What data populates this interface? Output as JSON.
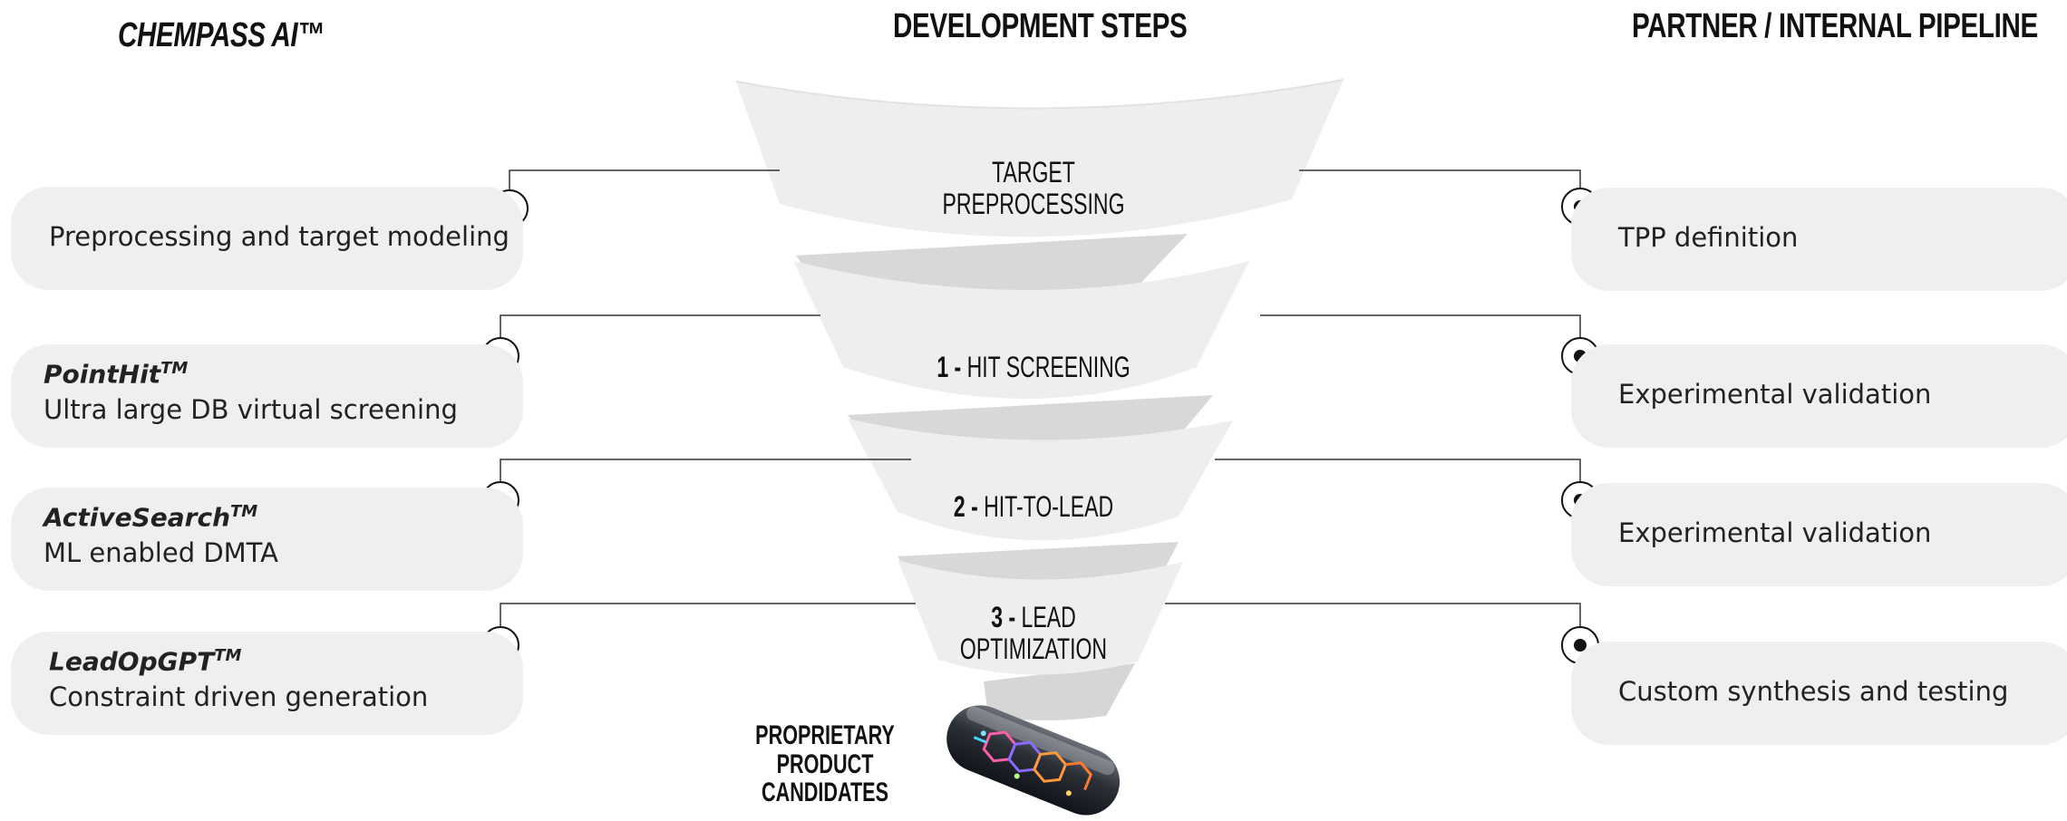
{
  "headers": {
    "left": "CHEMPASS AI™",
    "center": "DEVELOPMENT STEPS",
    "right": "PARTNER / INTERNAL PIPELINE"
  },
  "left_items": [
    {
      "name": "",
      "name_sup": "",
      "description": "Preprocessing and target modeling"
    },
    {
      "name": "PointHit",
      "name_sup": "TM",
      "description": "Ultra large DB virtual screening"
    },
    {
      "name": "ActiveSearch",
      "name_sup": "TM",
      "description": "ML enabled DMTA"
    },
    {
      "name": "LeadOpGPT",
      "name_sup": "TM",
      "description": "Constraint driven generation"
    }
  ],
  "steps": [
    {
      "number": "",
      "line1": "TARGET",
      "line2": "PREPROCESSING"
    },
    {
      "number": "1 -",
      "line1": "HIT SCREENING",
      "line2": ""
    },
    {
      "number": "2 -",
      "line1": "HIT-TO-LEAD",
      "line2": ""
    },
    {
      "number": "3 -",
      "line1": "LEAD",
      "line2": "OPTIMIZATION"
    }
  ],
  "right_items": [
    {
      "text": "TPP definition"
    },
    {
      "text": "Experimental validation"
    },
    {
      "text": "Experimental validation"
    },
    {
      "text": "Custom synthesis and testing"
    }
  ],
  "output": {
    "line1": "PROPRIETARY",
    "line2": "PRODUCT",
    "line3": "CANDIDATES"
  },
  "colors": {
    "band_fill": "#eeeeee",
    "band_shadow": "#d6d6d6",
    "pill_bg": "#efefef",
    "line": "#333333"
  }
}
